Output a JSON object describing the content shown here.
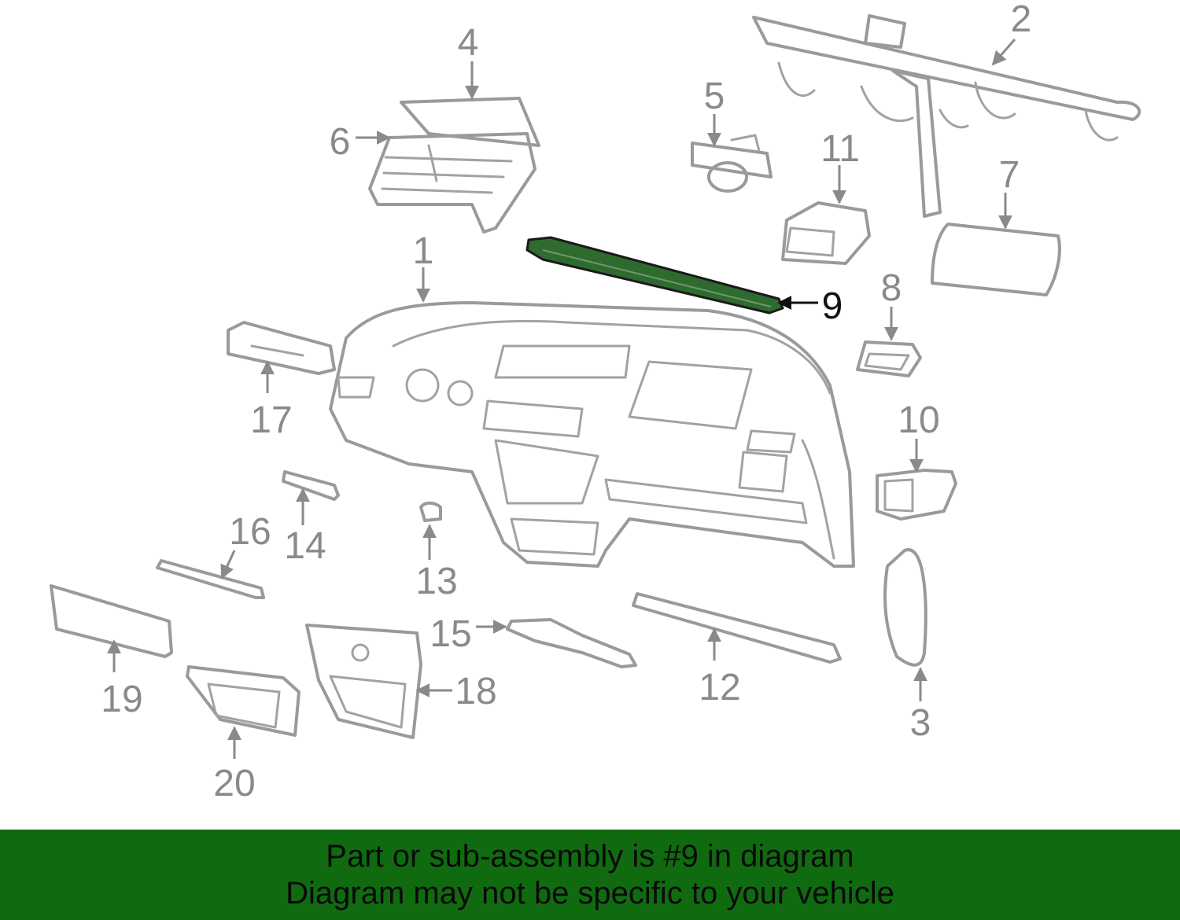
{
  "colors": {
    "banner_bg": "#106b10",
    "highlight_part": "#2f6b2f",
    "part_stroke": "#9a9a9a",
    "callout_text": "#8a8a8a",
    "highlight_callout": "#111111"
  },
  "callouts": {
    "c1": "1",
    "c2": "2",
    "c3": "3",
    "c4": "4",
    "c5": "5",
    "c6": "6",
    "c7": "7",
    "c8": "8",
    "c9": "9",
    "c10": "10",
    "c11": "11",
    "c12": "12",
    "c13": "13",
    "c14": "14",
    "c15": "15",
    "c16": "16",
    "c17": "17",
    "c18": "18",
    "c19": "19",
    "c20": "20"
  },
  "highlighted_callout": "9",
  "banner": {
    "line1": "Part or sub-assembly is #9 in diagram",
    "line2": "Diagram may not be specific to your vehicle"
  }
}
